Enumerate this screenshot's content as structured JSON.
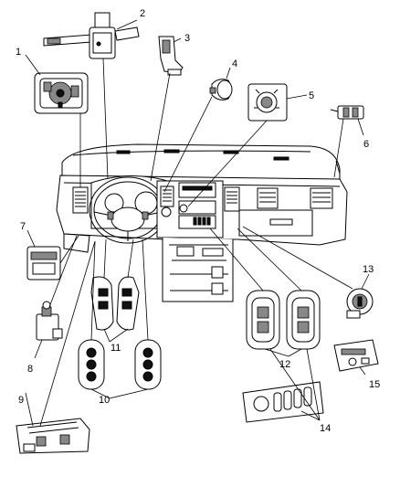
{
  "diagram": {
    "callouts": [
      {
        "key": "c1",
        "label": "1"
      },
      {
        "key": "c2",
        "label": "2"
      },
      {
        "key": "c3",
        "label": "3"
      },
      {
        "key": "c4",
        "label": "4"
      },
      {
        "key": "c5",
        "label": "5"
      },
      {
        "key": "c6",
        "label": "6"
      },
      {
        "key": "c7",
        "label": "7"
      },
      {
        "key": "c8",
        "label": "8"
      },
      {
        "key": "c9",
        "label": "9"
      },
      {
        "key": "c10",
        "label": "10"
      },
      {
        "key": "c11",
        "label": "11"
      },
      {
        "key": "c12",
        "label": "12"
      },
      {
        "key": "c13",
        "label": "13"
      },
      {
        "key": "c14",
        "label": "14"
      },
      {
        "key": "c15",
        "label": "15"
      }
    ]
  }
}
